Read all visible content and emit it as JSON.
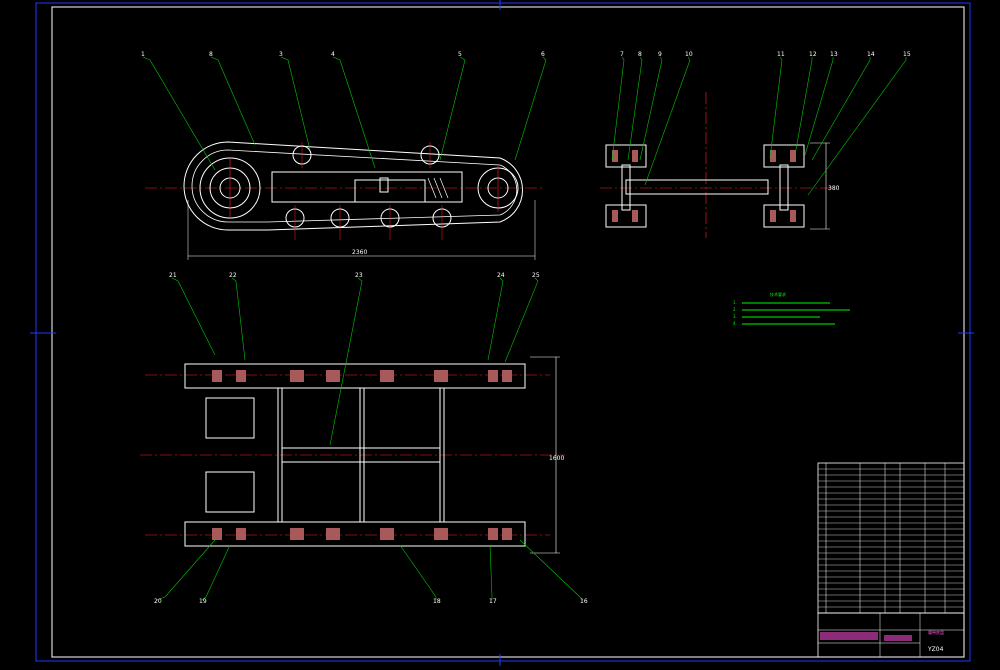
{
  "colors": {
    "background": "#000000",
    "frame": "#1a3cff",
    "outline": "#ffffff",
    "leader": "#00c800",
    "centerline": "#ff2020",
    "part_fill": "#a85a5a",
    "highlight": "#ff4fd8",
    "note_text": "#00ff00"
  },
  "drawing": {
    "view_labels": [
      "1",
      "8",
      "3",
      "4",
      "5",
      "6",
      "7",
      "8",
      "9",
      "10",
      "11",
      "12",
      "13",
      "14",
      "15",
      "21",
      "22",
      "23",
      "24",
      "25",
      "20",
      "19",
      "18",
      "17",
      "16"
    ],
    "dimensions": {
      "side_length": "2360",
      "end_height": "380",
      "plan_width": "1600"
    },
    "notes": {
      "heading": "技术要求",
      "items": [
        "1.",
        "2.",
        "3.",
        "4."
      ]
    },
    "title_block": {
      "title": "履带底盘",
      "drawing_no": "YZ04"
    }
  }
}
